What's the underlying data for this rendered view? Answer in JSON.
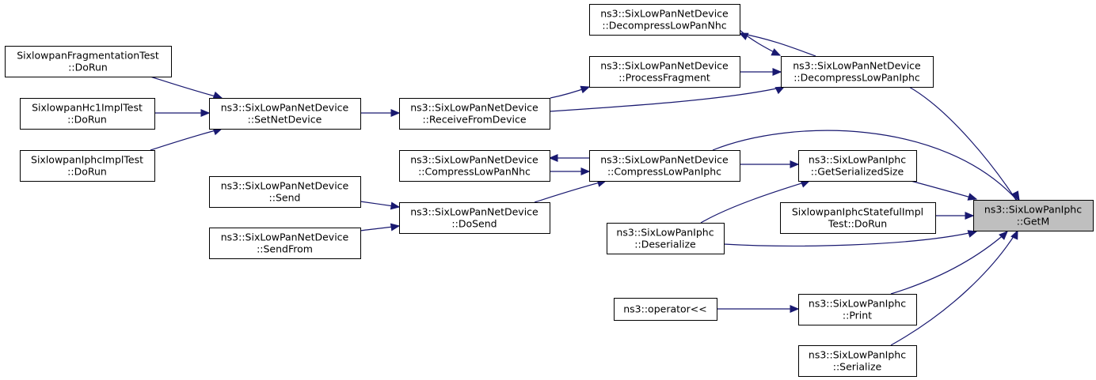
{
  "colors": {
    "edge": "#191970",
    "focus_fill": "#bfbfbf",
    "node_border": "#000000"
  },
  "nodes": [
    {
      "id": "getm",
      "lines": [
        "ns3::SixLowPanIphc",
        "::GetM"
      ],
      "focus": true
    },
    {
      "id": "decompressIphc",
      "lines": [
        "ns3::SixLowPanNetDevice",
        "::DecompressLowPanIphc"
      ]
    },
    {
      "id": "decompressNhc",
      "lines": [
        "ns3::SixLowPanNetDevice",
        "::DecompressLowPanNhc"
      ]
    },
    {
      "id": "processFragment",
      "lines": [
        "ns3::SixLowPanNetDevice",
        "::ProcessFragment"
      ]
    },
    {
      "id": "receiveFromDevice",
      "lines": [
        "ns3::SixLowPanNetDevice",
        "::ReceiveFromDevice"
      ]
    },
    {
      "id": "setNetDevice",
      "lines": [
        "ns3::SixLowPanNetDevice",
        "::SetNetDevice"
      ]
    },
    {
      "id": "fragTest",
      "lines": [
        "SixlowpanFragmentationTest",
        "::DoRun"
      ]
    },
    {
      "id": "hc1Test",
      "lines": [
        "SixlowpanHc1ImplTest",
        "::DoRun"
      ]
    },
    {
      "id": "iphcTest",
      "lines": [
        "SixlowpanIphcImplTest",
        "::DoRun"
      ]
    },
    {
      "id": "compressIphc",
      "lines": [
        "ns3::SixLowPanNetDevice",
        "::CompressLowPanIphc"
      ]
    },
    {
      "id": "compressNhc",
      "lines": [
        "ns3::SixLowPanNetDevice",
        "::CompressLowPanNhc"
      ]
    },
    {
      "id": "doSend",
      "lines": [
        "ns3::SixLowPanNetDevice",
        "::DoSend"
      ]
    },
    {
      "id": "send",
      "lines": [
        "ns3::SixLowPanNetDevice",
        "::Send"
      ]
    },
    {
      "id": "sendFrom",
      "lines": [
        "ns3::SixLowPanNetDevice",
        "::SendFrom"
      ]
    },
    {
      "id": "getSerializedSize",
      "lines": [
        "ns3::SixLowPanIphc",
        "::GetSerializedSize"
      ]
    },
    {
      "id": "statefulTest",
      "lines": [
        "SixlowpanIphcStatefulImpl",
        "Test::DoRun"
      ]
    },
    {
      "id": "deserialize",
      "lines": [
        "ns3::SixLowPanIphc",
        "::Deserialize"
      ]
    },
    {
      "id": "print",
      "lines": [
        "ns3::SixLowPanIphc",
        "::Print"
      ]
    },
    {
      "id": "operator",
      "lines": [
        "ns3::operator<<"
      ]
    },
    {
      "id": "serialize",
      "lines": [
        "ns3::SixLowPanIphc",
        "::Serialize"
      ]
    }
  ],
  "edges": [
    {
      "from": "decompressIphc",
      "to": "getm"
    },
    {
      "from": "decompressNhc",
      "to": "decompressIphc"
    },
    {
      "from": "decompressIphc",
      "to": "decompressNhc"
    },
    {
      "from": "processFragment",
      "to": "decompressIphc"
    },
    {
      "from": "receiveFromDevice",
      "to": "decompressIphc"
    },
    {
      "from": "receiveFromDevice",
      "to": "processFragment"
    },
    {
      "from": "setNetDevice",
      "to": "receiveFromDevice"
    },
    {
      "from": "fragTest",
      "to": "setNetDevice"
    },
    {
      "from": "hc1Test",
      "to": "setNetDevice"
    },
    {
      "from": "iphcTest",
      "to": "setNetDevice"
    },
    {
      "from": "compressIphc",
      "to": "getm"
    },
    {
      "from": "compressIphc",
      "to": "compressNhc"
    },
    {
      "from": "compressNhc",
      "to": "compressIphc"
    },
    {
      "from": "doSend",
      "to": "compressIphc"
    },
    {
      "from": "send",
      "to": "doSend"
    },
    {
      "from": "sendFrom",
      "to": "doSend"
    },
    {
      "from": "getSerializedSize",
      "to": "getm"
    },
    {
      "from": "compressIphc",
      "to": "getSerializedSize"
    },
    {
      "from": "deserialize",
      "to": "getSerializedSize"
    },
    {
      "from": "statefulTest",
      "to": "getm"
    },
    {
      "from": "deserialize",
      "to": "getm"
    },
    {
      "from": "print",
      "to": "getm"
    },
    {
      "from": "operator",
      "to": "print"
    },
    {
      "from": "serialize",
      "to": "getm"
    }
  ]
}
